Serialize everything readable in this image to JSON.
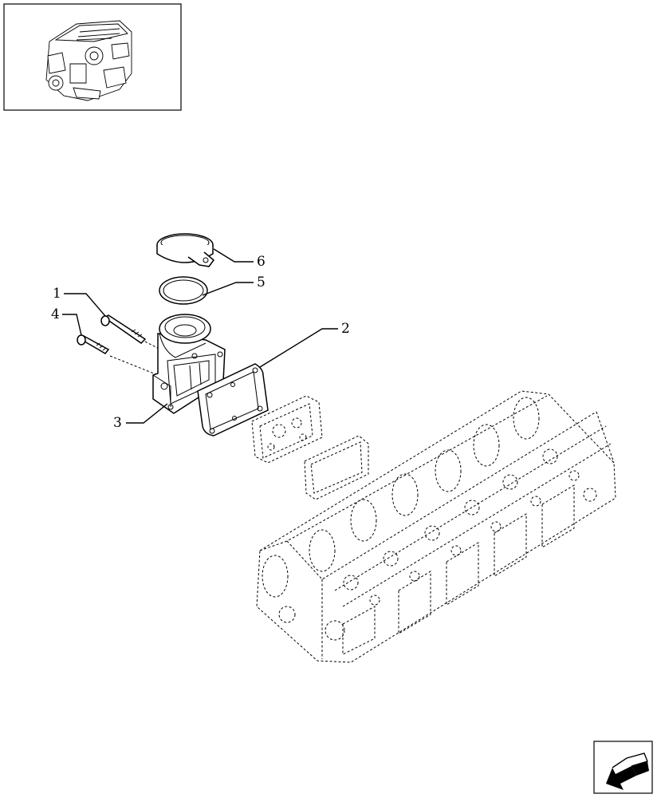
{
  "callouts": [
    {
      "id": "1",
      "label": "1"
    },
    {
      "id": "2",
      "label": "2"
    },
    {
      "id": "3",
      "label": "3"
    },
    {
      "id": "4",
      "label": "4"
    },
    {
      "id": "5",
      "label": "5"
    },
    {
      "id": "6",
      "label": "6"
    }
  ],
  "icons": {
    "thumbnail": "engine-thumbnail-icon",
    "nav": "back-arrow-icon"
  },
  "colors": {
    "ink": "#000000",
    "paper": "#ffffff"
  }
}
